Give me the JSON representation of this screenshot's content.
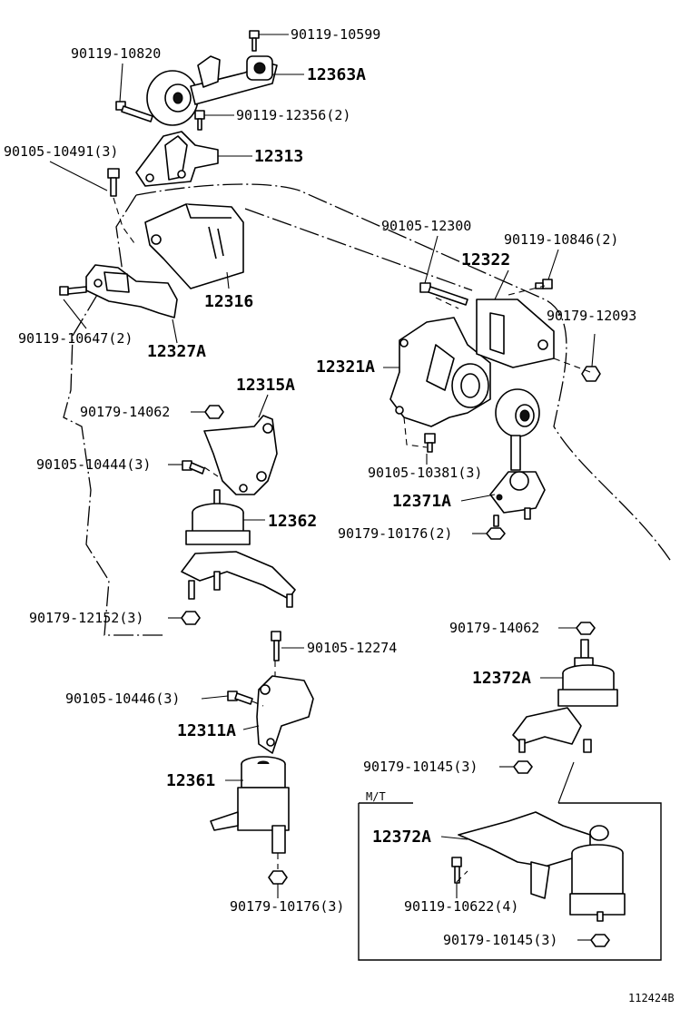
{
  "labels": {
    "p90119_10599": "90119-10599",
    "p90119_10820": "90119-10820",
    "p12363A": "12363A",
    "p90119_12356": "90119-12356(2)",
    "p90105_10491": "90105-10491(3)",
    "p12313": "12313",
    "p90105_12300": "90105-12300",
    "p90119_10846": "90119-10846(2)",
    "p12322": "12322",
    "p12316": "12316",
    "p90179_12093": "90179-12093",
    "p90119_10647": "90119-10647(2)",
    "p12327A": "12327A",
    "p12321A": "12321A",
    "p12315A": "12315A",
    "p90179_14062_a": "90179-14062",
    "p90105_10444": "90105-10444(3)",
    "p90105_10381": "90105-10381(3)",
    "p12371A": "12371A",
    "p12362": "12362",
    "p90179_10176_a": "90179-10176(2)",
    "p90179_12152": "90179-12152(3)",
    "p90179_14062_b": "90179-14062",
    "p90105_12274": "90105-12274",
    "p12372A_a": "12372A",
    "p90105_10446": "90105-10446(3)",
    "p12311A": "12311A",
    "p90179_10145_a": "90179-10145(3)",
    "p12361": "12361",
    "mt": "M/T",
    "p12372A_b": "12372A",
    "p90179_10176_b": "90179-10176(3)",
    "p90119_10622": "90119-10622(4)",
    "p90179_10145_b": "90179-10145(3)",
    "figure_id": "112424B"
  }
}
